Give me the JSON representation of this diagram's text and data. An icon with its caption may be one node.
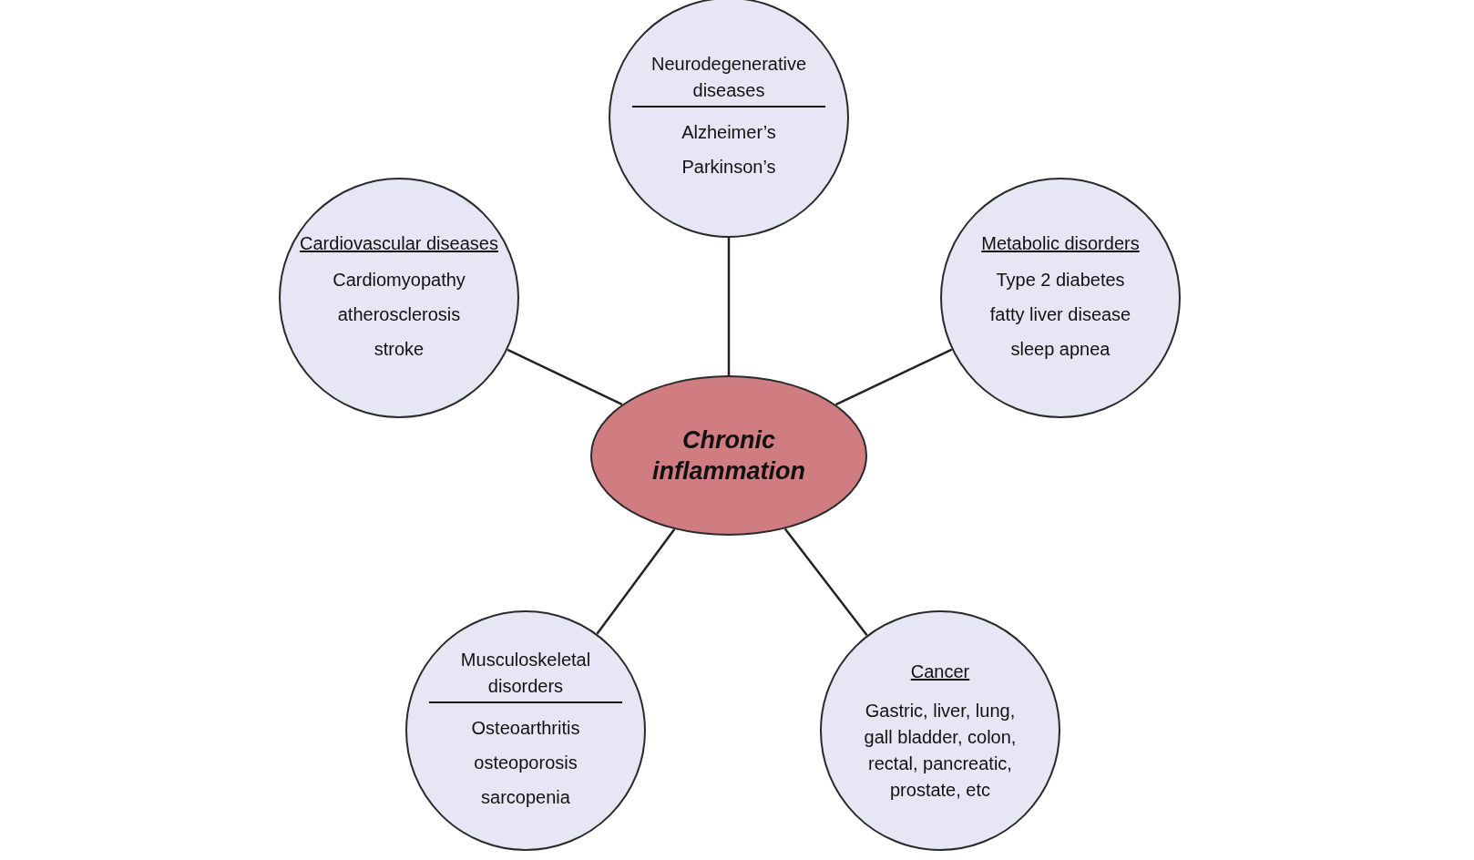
{
  "diagram": {
    "nodes": [
      {
        "text": [
          "Neurodegenerative diseases",
          "Alzheimer’s",
          "Parkinson’s"
        ]
      },
      {
        "text": [
          "Cardiovascular diseases",
          "Cardiomyopathy",
          "atherosclerosis",
          "stroke"
        ]
      },
      {
        "text": [
          "Metabolic disorders",
          "Type 2 diabetes",
          "fatty liver disease",
          "sleep apnea"
        ]
      },
      {
        "text": [
          "Chronic inflammation"
        ]
      },
      {
        "text": [
          "Musculoskeletal disorders",
          "Osteoarthritis",
          "osteoporosis",
          "sarcopenia"
        ]
      },
      {
        "text": [
          "Cancer",
          "Gastric, liver, lung, gall bladder, colon, rectal, pancreatic, prostate, etc"
        ]
      }
    ],
    "edges": [
      {
        "from": 3,
        "to": 0,
        "arrow": "none"
      },
      {
        "from": 3,
        "to": 1,
        "arrow": "none"
      },
      {
        "from": 3,
        "to": 2,
        "arrow": "none"
      },
      {
        "from": 3,
        "to": 4,
        "arrow": "none"
      },
      {
        "from": 3,
        "to": 5,
        "arrow": "none"
      }
    ]
  }
}
